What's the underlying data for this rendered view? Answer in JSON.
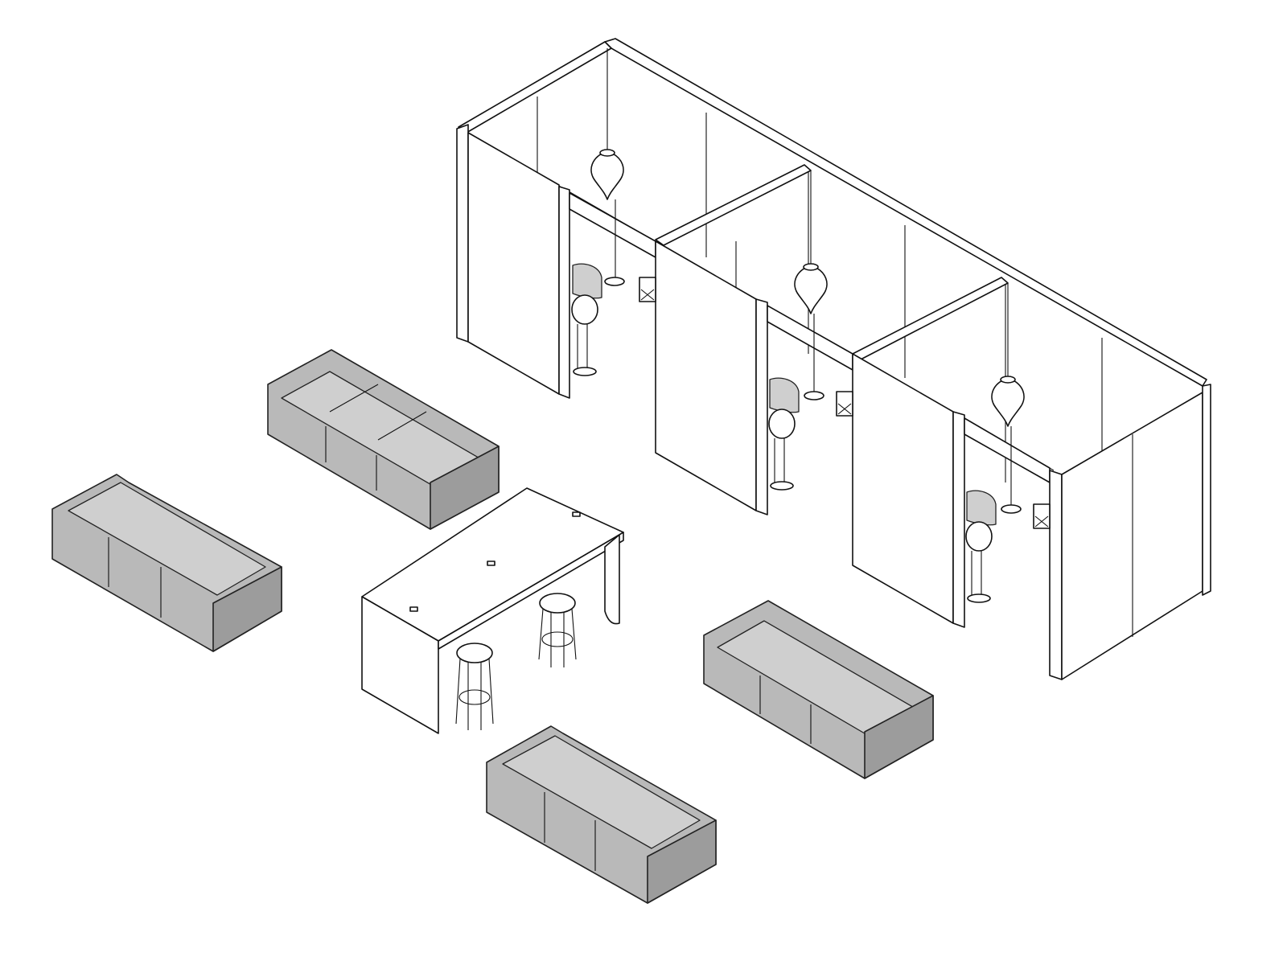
{
  "colors": {
    "background": "#ffffff",
    "line": "#111111",
    "upholstery": "#b9b9b9",
    "upholstery_light": "#cfcfcf",
    "upholstery_dark": "#9c9c9c"
  },
  "scene": {
    "booth_count": 3,
    "sofa_count": 4,
    "stool_count": 2,
    "table_count": 1
  }
}
